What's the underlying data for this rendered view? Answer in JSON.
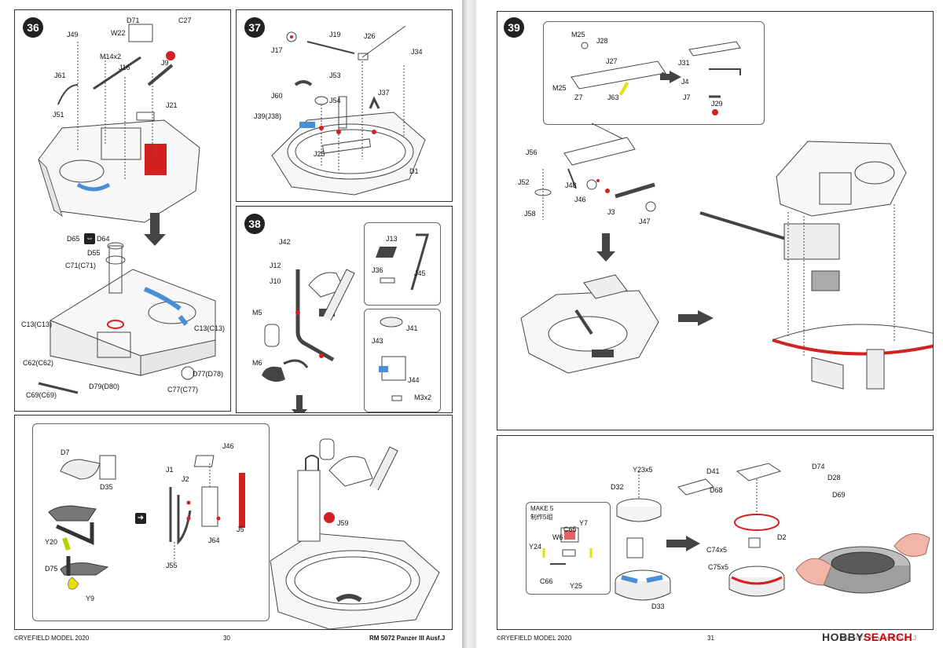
{
  "left_page": {
    "footer_copyright": "©RYEFIELD MODEL 2020",
    "footer_page": "30",
    "footer_title": "RM 5072 Panzer III Ausf.J"
  },
  "right_page": {
    "footer_copyright": "©RYEFIELD MODEL 2020",
    "footer_page": "31",
    "footer_title": "RM 5072 Panzer III Ausf.J"
  },
  "watermark": {
    "part1": "HOBBY",
    "part2": "SEARCH"
  },
  "steps": {
    "s36": {
      "number": "36",
      "labels": [
        "J49",
        "D71",
        "C27",
        "W22",
        "M14x2",
        "J9",
        "J61",
        "J16",
        "J51",
        "J21",
        "D65",
        "D64",
        "D55",
        "C71(C71)",
        "C13(C13)",
        "C13(C13)",
        "C62(C62)",
        "D77(D78)",
        "D79(D80)",
        "C77(C77)",
        "C69(C69)"
      ]
    },
    "s37": {
      "number": "37",
      "labels": [
        "J19",
        "J26",
        "J17",
        "J34",
        "J53",
        "J60",
        "J54",
        "J37",
        "J39(J38)",
        "J25",
        "D1"
      ]
    },
    "s38": {
      "number": "38",
      "labels": [
        "J42",
        "J13",
        "J12",
        "J36",
        "J45",
        "J10",
        "M5",
        "J41",
        "J43",
        "M6",
        "J44",
        "M3x2",
        "J59"
      ]
    },
    "s38b": {
      "labels": [
        "D7",
        "D35",
        "Y20",
        "D75",
        "Y9",
        "J46",
        "J1",
        "J2",
        "J5",
        "J64",
        "J55"
      ]
    },
    "s39": {
      "number": "39",
      "labels": [
        "M25",
        "J28",
        "J27",
        "M25",
        "Z7",
        "J63",
        "J31",
        "J4",
        "J7",
        "J29",
        "J56",
        "J52",
        "J48",
        "J46",
        "J3",
        "J47",
        "J58"
      ]
    },
    "s40": {
      "make": "MAKE 5",
      "make_cn": "制作5组",
      "labels": [
        "Y23x5",
        "D32",
        "D41",
        "D68",
        "D74",
        "D28",
        "D69",
        "Y7",
        "W6",
        "C65",
        "Y24",
        "C66",
        "Y25",
        "D2",
        "C74x5",
        "C75x5",
        "D33"
      ]
    }
  },
  "icons": [
    "arrow-down-icon",
    "arrow-right-icon",
    "swap-icon"
  ],
  "colors": {
    "red": "#d32020",
    "blue": "#4a8fd6",
    "yellow": "#e8e000",
    "pink": "#f2b6a8",
    "grey": "#cfcfcf"
  }
}
